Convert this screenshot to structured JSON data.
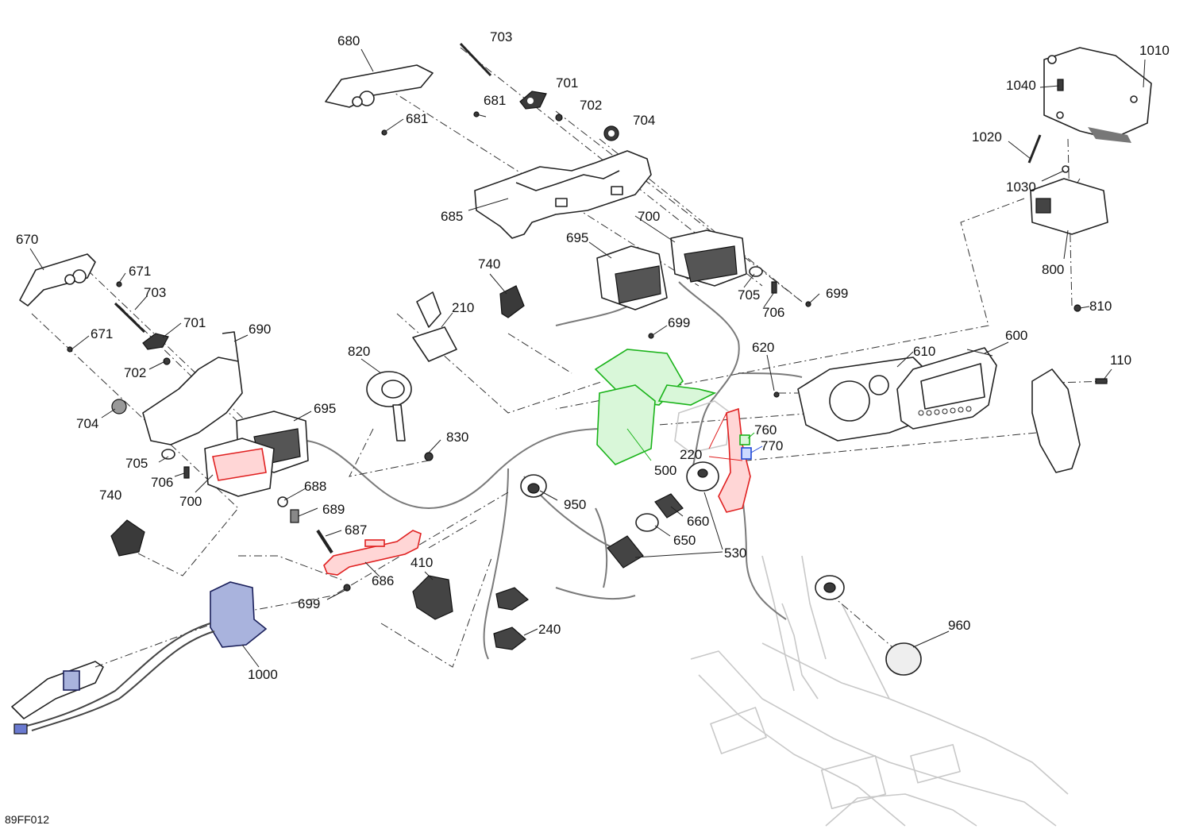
{
  "drawing_code": "89FF012",
  "callouts": {
    "c680": "680",
    "c703a": "703",
    "c701a": "701",
    "c681a": "681",
    "c681b": "681",
    "c702a": "702",
    "c704a": "704",
    "c1010": "1010",
    "c1040": "1040",
    "c1020": "1020",
    "c1030": "1030",
    "c685": "685",
    "c700a": "700",
    "c695a": "695",
    "c800": "800",
    "c670": "670",
    "c671a": "671",
    "c703b": "703",
    "c740a": "740",
    "c705a": "705",
    "c706a": "706",
    "c699a": "699",
    "c810": "810",
    "c210": "210",
    "c701b": "701",
    "c671b": "671",
    "c690": "690",
    "c699b": "699",
    "c702b": "702",
    "c820": "820",
    "c620": "620",
    "c610": "610",
    "c600": "600",
    "c110": "110",
    "c704b": "704",
    "c695b": "695",
    "c830": "830",
    "c705b": "705",
    "c760": "760",
    "c770": "770",
    "c220": "220",
    "c500": "500",
    "c706b": "706",
    "c688": "688",
    "c700b": "700",
    "c689": "689",
    "c950": "950",
    "c660": "660",
    "c740b": "740",
    "c687": "687",
    "c650": "650",
    "c530": "530",
    "c410": "410",
    "c686": "686",
    "c699c": "699",
    "c960": "960",
    "c240": "240",
    "c1000": "1000"
  },
  "highlight_colors": {
    "red": "#e02020",
    "green": "#19b319",
    "blue": "#1f48d6",
    "navy": "#1a1f5a"
  }
}
